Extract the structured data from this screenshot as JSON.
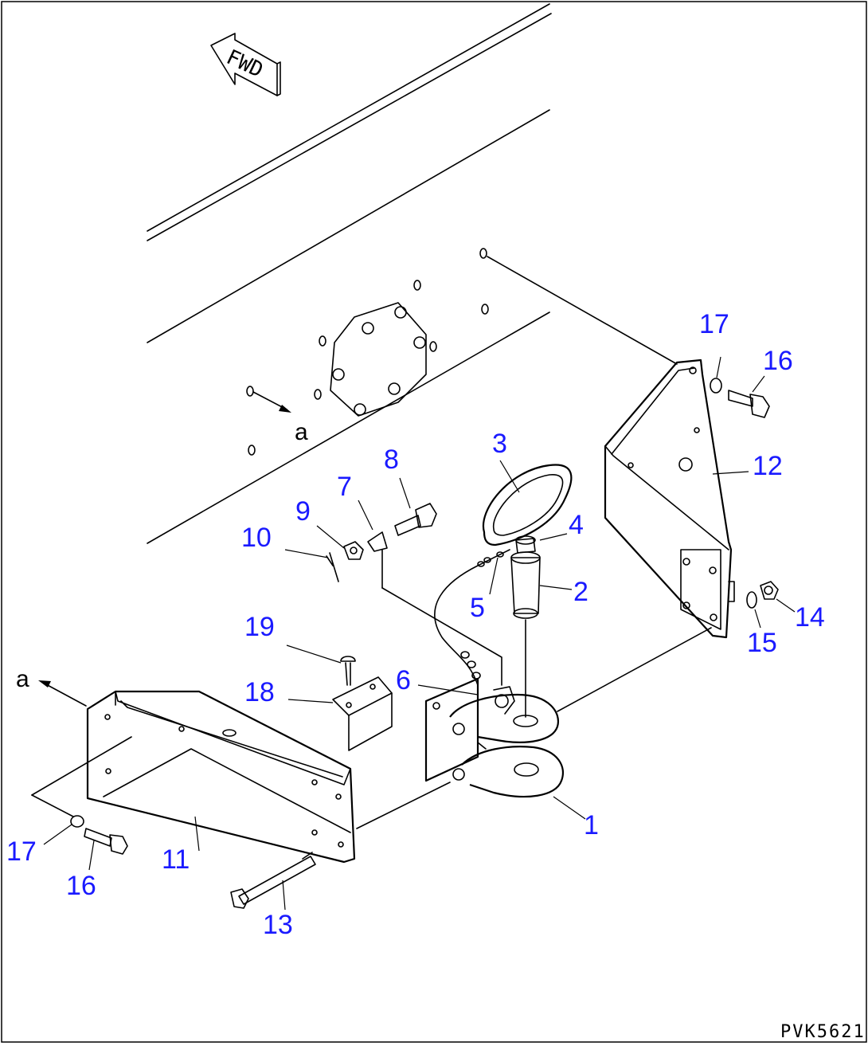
{
  "direction_label": "FWD",
  "drawing_code": "PVK5621",
  "reference_letter": "a",
  "callouts": {
    "c1": "1",
    "c2": "2",
    "c3": "3",
    "c4": "4",
    "c5": "5",
    "c6": "6",
    "c7": "7",
    "c8": "8",
    "c9": "9",
    "c10": "10",
    "c11": "11",
    "c12": "12",
    "c13": "13",
    "c14": "14",
    "c15": "15",
    "c16a": "16",
    "c16b": "16",
    "c17a": "17",
    "c17b": "17",
    "c18": "18",
    "c19": "19"
  },
  "colors": {
    "callout": "#1a1aff",
    "line": "#000000",
    "background": "#ffffff"
  }
}
